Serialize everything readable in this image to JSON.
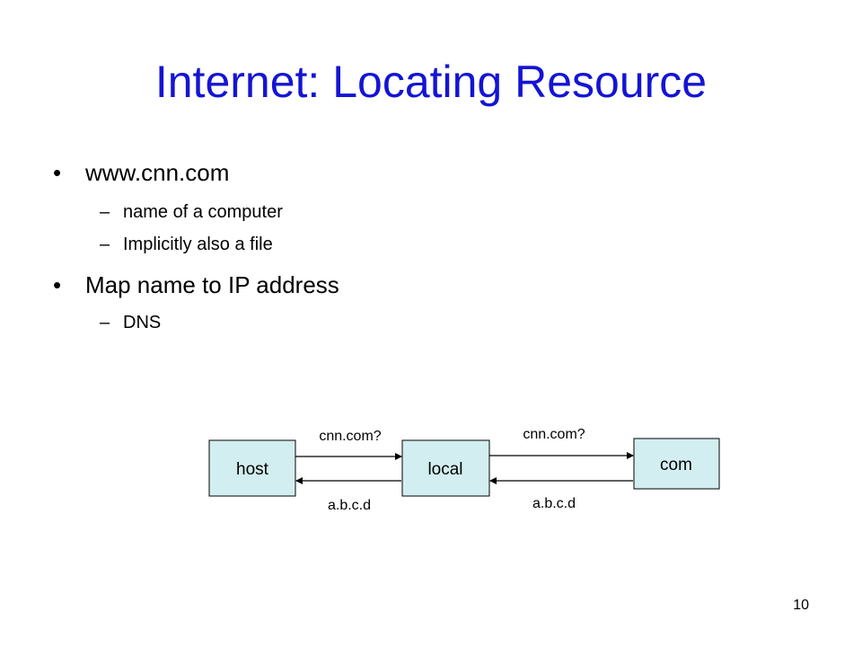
{
  "slide": {
    "title": "Internet: Locating Resource",
    "title_color": "#1414d4",
    "bullets": [
      {
        "text": "www.cnn.com",
        "subitems": [
          "name of a computer",
          "Implicitly also a file"
        ]
      },
      {
        "text": "Map name to IP address",
        "subitems": [
          "DNS"
        ]
      }
    ],
    "bullet_glyph": "•",
    "dash_glyph": "–",
    "page_number": "10"
  },
  "diagram": {
    "box_fill": "#d3eef0",
    "nodes": {
      "host": "host",
      "local": "local",
      "com": "com"
    },
    "edges": {
      "host_to_local_query": "cnn.com?",
      "local_to_host_reply": "a.b.c.d",
      "local_to_com_query": "cnn.com?",
      "com_to_local_reply": "a.b.c.d"
    }
  }
}
